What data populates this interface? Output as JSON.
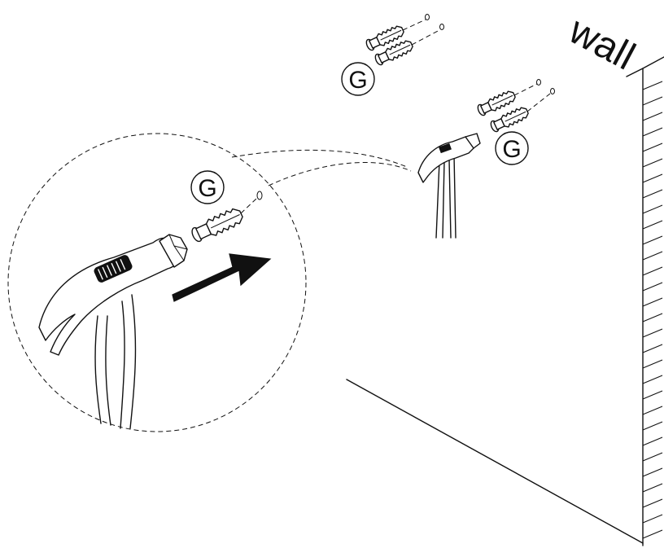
{
  "wall_label": "wall",
  "part_labels": [
    "G",
    "G",
    "G"
  ],
  "icons": {
    "hammer": "hammer-icon",
    "anchor": "wall-anchor-icon",
    "arrow": "direction-arrow-icon",
    "magnifier": "detail-zoom-circle"
  }
}
